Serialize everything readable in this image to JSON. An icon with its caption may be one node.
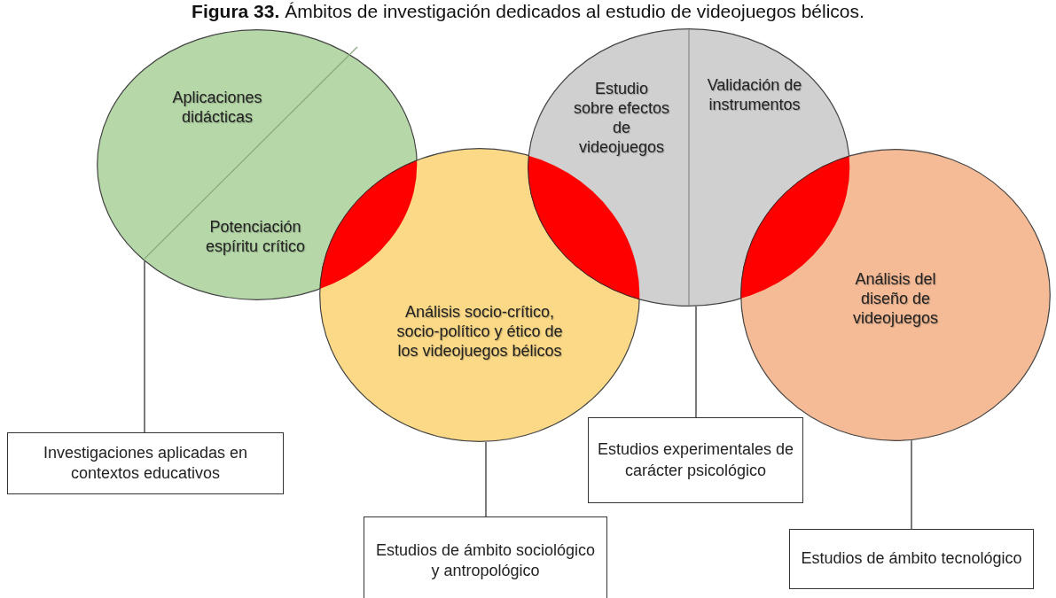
{
  "diagram": {
    "title": "**Figura 33.** Ámbitos de investigación dedicados al estudio de videojuegos bélicos.",
    "nodes": [
      {
        "text": [
          "Aplicaciones didácticas",
          "Potenciación espíritu crítico"
        ]
      },
      {
        "text": [
          "Análisis socio-crítico, socio-político y ético de los videojuegos bélicos"
        ]
      },
      {
        "text": [
          "Estudio sobre efectos de videojuegos",
          "Validación de instrumentos"
        ]
      },
      {
        "text": [
          "Análisis del diseño de videojuegos"
        ]
      },
      {
        "text": [
          "Investigaciones aplicadas en contextos educativos"
        ]
      },
      {
        "text": [
          "Estudios de ámbito sociológico y antropológico"
        ]
      },
      {
        "text": [
          "Estudios experimentales de carácter psicológico"
        ]
      },
      {
        "text": [
          "Estudios de ámbito tecnológico"
        ]
      }
    ],
    "edges": [
      {
        "from": 0,
        "to": 4,
        "arrow": "none"
      },
      {
        "from": 1,
        "to": 5,
        "arrow": "none"
      },
      {
        "from": 2,
        "to": 6,
        "arrow": "none"
      },
      {
        "from": 3,
        "to": 7,
        "arrow": "none"
      }
    ]
  }
}
